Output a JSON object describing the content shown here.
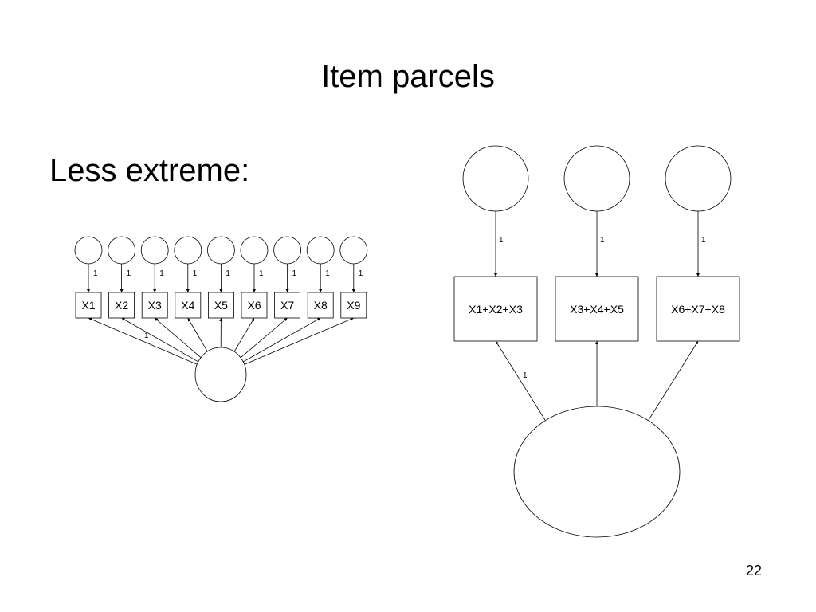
{
  "slide": {
    "title": "Item parcels",
    "subtitle": "Less extreme:",
    "page_number": "22"
  },
  "left_model": {
    "indicators": [
      "X1",
      "X2",
      "X3",
      "X4",
      "X5",
      "X6",
      "X7",
      "X8",
      "X9"
    ],
    "error_path_labels": [
      "1",
      "1",
      "1",
      "1",
      "1",
      "1",
      "1",
      "1",
      "1"
    ],
    "factor_loading_label": "1"
  },
  "right_model": {
    "indicators": [
      "X1+X2+X3",
      "X3+X4+X5",
      "X6+X7+X8"
    ],
    "error_path_labels": [
      "1",
      "1",
      "1"
    ],
    "factor_loading_label": "1"
  }
}
